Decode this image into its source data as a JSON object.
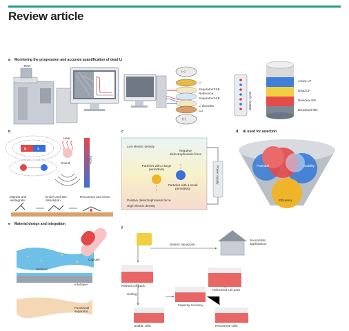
{
  "header": {
    "title": "Review article"
  },
  "panels": {
    "a": {
      "letter": "a",
      "title": "Monitoring the progression and accurate quantification of dead Li",
      "tem": "TEM",
      "minus": "(−)",
      "plus": "(+)",
      "li": "Li",
      "separator_sse": "Separator/SSE",
      "reference": "Reference",
      "separator_sse2": "Separator/SSE",
      "li_deposits": "Li deposits",
      "cu": "Cu",
      "battery_cycler": "Battery cycler",
      "layers": [
        "Active LP",
        "Dead LP",
        "Residual SEI",
        "Dissolved SEI"
      ]
    },
    "b": {
      "letter": "b",
      "n": "N",
      "s": "S",
      "heat": "Heat",
      "sound": "Sound",
      "force": "Force",
      "steps": [
        "Migrate and reintegrate",
        "Enrich and SEI dissolution",
        "Reconnect and reuse"
      ]
    },
    "c": {
      "letter": "c",
      "low_density": "Low electric density",
      "high_density": "High electric density",
      "negative_force": "Negative dielectrophoresis force",
      "positive_force": "Positive dielectrophoresis force",
      "large_perm": "Particles with a large permittivity",
      "small_perm": "Particles with a small permittivity",
      "power_supply": "Power supply"
    },
    "d": {
      "letter": "d",
      "title": "AI used for selection",
      "potential": "Potential",
      "stability": "Stability",
      "efficiency": "Efficiency"
    },
    "e": {
      "letter": "e",
      "title": "Material design and integration",
      "skeleton": "Skeleton",
      "capsule": "Capsule",
      "interlayer": "Interlayer",
      "functional_separator": "Functional separator"
    },
    "f": {
      "letter": "f",
      "battery_repurpose": "Battery repurpose",
      "second_life": "Second-life applications",
      "retired_pack": "Retired cell pack",
      "refreshed_pack": "Refreshed cell pack",
      "sorting": "Sorting",
      "capacity_recovery": "Capacity recovery",
      "usable_cells": "Usable cells",
      "recovered_cells": "Recovered cells"
    }
  }
}
